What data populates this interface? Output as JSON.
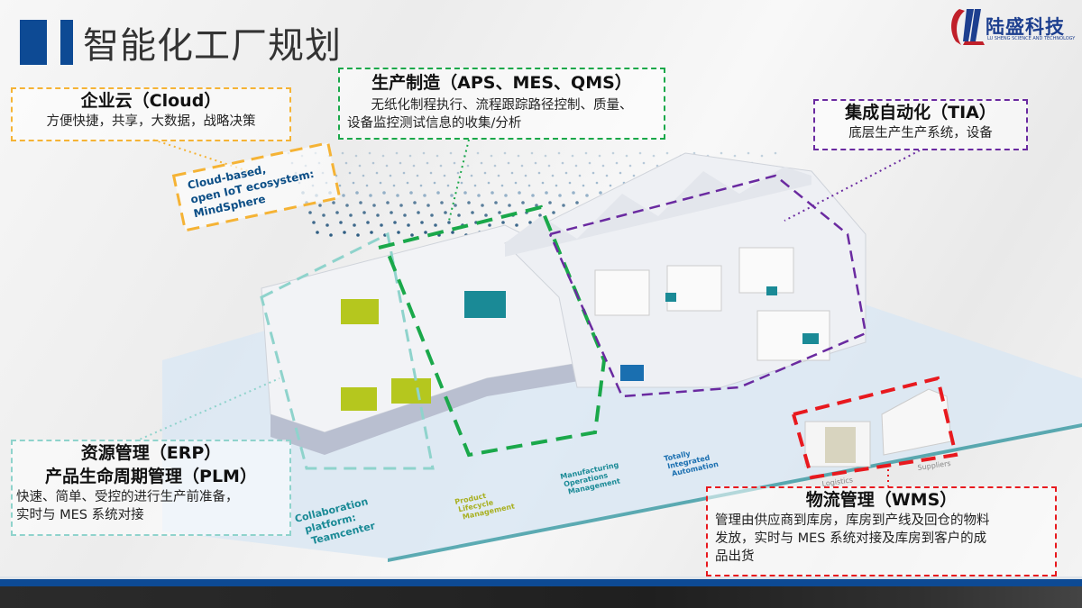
{
  "title": "智能化工厂规划",
  "logo": {
    "name": "陆盛科技",
    "subtitle": "LU SHENG SCIENCE AND TECHNOLOGY"
  },
  "cloud": {
    "heading": "企业云（Cloud）",
    "text": "方便快捷，共享，大数据，战略决策"
  },
  "production": {
    "heading": "生产制造（APS、MES、QMS）",
    "lines": [
      "无纸化制程执行、流程跟踪路径控制、质量、",
      "设备监控测试信息的收集/分析"
    ]
  },
  "tia": {
    "heading": "集成自动化（TIA）",
    "text": "底层生产生产系统，设备"
  },
  "erp": {
    "heading1": "资源管理（ERP）",
    "heading2": "产品生命周期管理（PLM）",
    "lines": [
      "快速、简单、受控的进行生产前准备，",
      "实时与 MES 系统对接"
    ]
  },
  "wms": {
    "heading": "物流管理（WMS）",
    "lines": [
      "管理由供应商到库房，库房到产线及回仓的物料",
      "发放，实时与 MES 系统对接及库房到客户的成",
      "品出货"
    ]
  },
  "scene_labels": {
    "mindsphere": [
      "Cloud-based,",
      "open IoT ecosystem:",
      "MindSphere"
    ],
    "teamcenter": [
      "Collaboration",
      "platform:",
      "Teamcenter"
    ],
    "plm": [
      "Product",
      "Lifecycle",
      "Management"
    ],
    "mom": [
      "Manufacturing",
      "Operations",
      "Management"
    ],
    "tia": [
      "Totally",
      "Integrated",
      "Automation"
    ],
    "logistics": "Logistics",
    "suppliers": "Suppliers"
  },
  "colors": {
    "brand": "#0d4a94",
    "cloud": "#f5b335",
    "production": "#1aa84a",
    "tia": "#6a2aa0",
    "erp": "#8fd3cc",
    "wms": "#e8191e"
  }
}
